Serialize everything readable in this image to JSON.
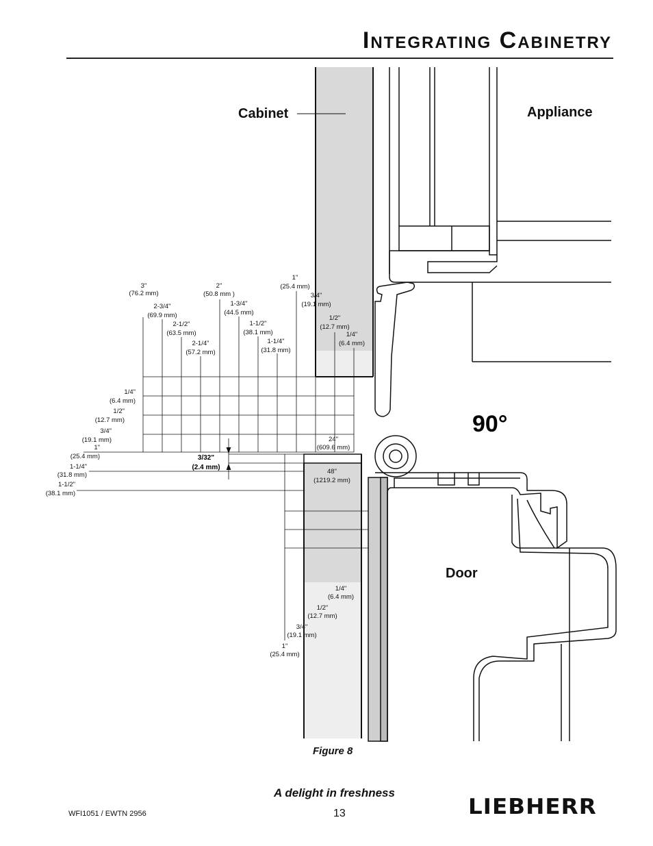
{
  "page": {
    "title": "Integrating Cabinetry",
    "figure_caption": "Figure 8",
    "tagline": "A delight in freshness",
    "page_number": "13",
    "doc_id": "WFI1051 / EWTN 2956",
    "brand": "LIEBHERR"
  },
  "diagram": {
    "label_cabinet": "Cabinet",
    "label_appliance": "Appliance",
    "label_door": "Door",
    "label_angle": "90°",
    "gap_label": {
      "frac": "3/32\"",
      "mm": "(2.4 mm)"
    },
    "door_width_label": {
      "a": "24\"",
      "a_mm": "(609.6 mm)",
      "b": "48\"",
      "b_mm": "(1219.2 mm)"
    },
    "top_dims": [
      {
        "in": "3\"",
        "mm": "(76.2 mm)"
      },
      {
        "in": "2-3/4\"",
        "mm": "(69.9 mm)"
      },
      {
        "in": "2-1/2\"",
        "mm": "(63.5 mm)"
      },
      {
        "in": "2-1/4\"",
        "mm": "(57.2 mm)"
      },
      {
        "in": "2\"",
        "mm": "(50.8 mm )"
      },
      {
        "in": "1-3/4\"",
        "mm": "(44.5 mm)"
      },
      {
        "in": "1-1/2\"",
        "mm": "(38.1 mm)"
      },
      {
        "in": "1-1/4\"",
        "mm": "(31.8 mm)"
      },
      {
        "in": "1\"",
        "mm": "(25.4 mm)"
      },
      {
        "in": "3/4\"",
        "mm": "(19.1 mm)"
      },
      {
        "in": "1/2\"",
        "mm": "(12.7 mm)"
      },
      {
        "in": "1/4\"",
        "mm": "(6.4 mm)"
      }
    ],
    "left_dims": [
      {
        "in": "1/4\"",
        "mm": "(6.4 mm)"
      },
      {
        "in": "1/2\"",
        "mm": "(12.7 mm)"
      },
      {
        "in": "3/4\"",
        "mm": "(19.1 mm)"
      },
      {
        "in": "1\"",
        "mm": "(25.4 mm)"
      },
      {
        "in": "1-1/4\"",
        "mm": "(31.8 mm)"
      },
      {
        "in": "1-1/2\"",
        "mm": "(38.1 mm)"
      }
    ],
    "bottom_dims": [
      {
        "in": "1/4\"",
        "mm": "(6.4 mm)"
      },
      {
        "in": "1/2\"",
        "mm": "(12.7 mm)"
      },
      {
        "in": "3/4\"",
        "mm": "(19.1 mm)"
      },
      {
        "in": "1\"",
        "mm": "(25.4 mm)"
      }
    ]
  }
}
